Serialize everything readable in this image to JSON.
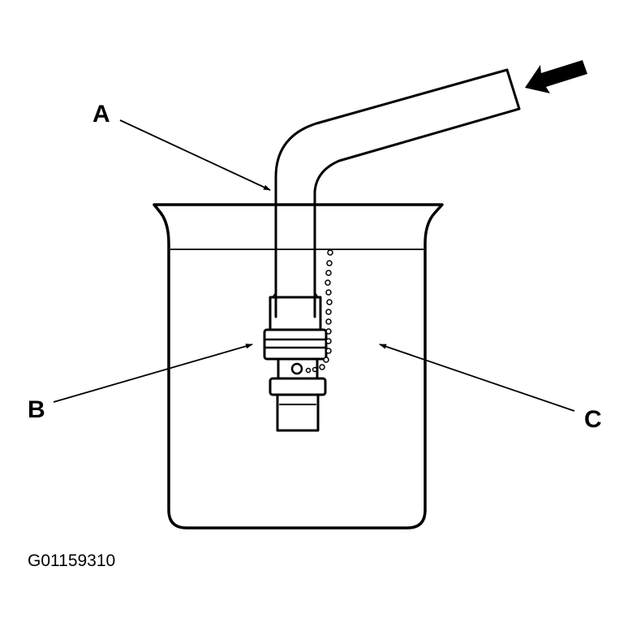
{
  "callouts": {
    "a": "A",
    "b": "B",
    "c": "C"
  },
  "figure_id": "G01159310",
  "colors": {
    "line": "#000000",
    "background": "#ffffff"
  }
}
